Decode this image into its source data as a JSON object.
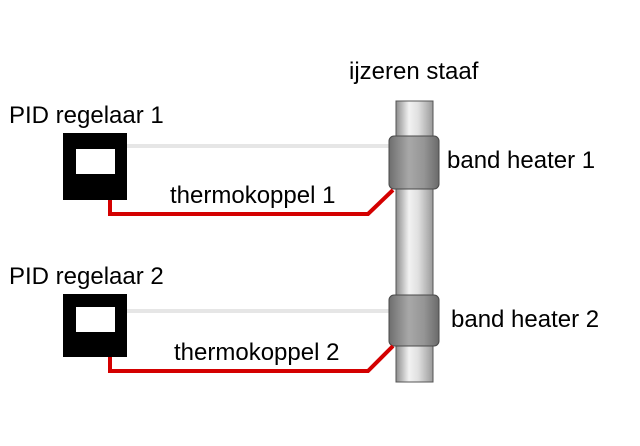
{
  "rod": {
    "label": "ijzeren staaf"
  },
  "controllers": [
    {
      "label": "PID regelaar 1"
    },
    {
      "label": "PID regelaar 2"
    }
  ],
  "thermocouples": [
    {
      "label": "thermokoppel 1"
    },
    {
      "label": "thermokoppel 2"
    }
  ],
  "heaters": [
    {
      "label": "band heater 1"
    },
    {
      "label": "band heater 2"
    }
  ],
  "colors": {
    "thermocouple_wire": "#d40000",
    "heater_wire": "#e6e6e6",
    "controller_body": "#000000",
    "controller_screen": "#ffffff",
    "rod": "#d9d9d9",
    "band": "#8a8a8a"
  }
}
